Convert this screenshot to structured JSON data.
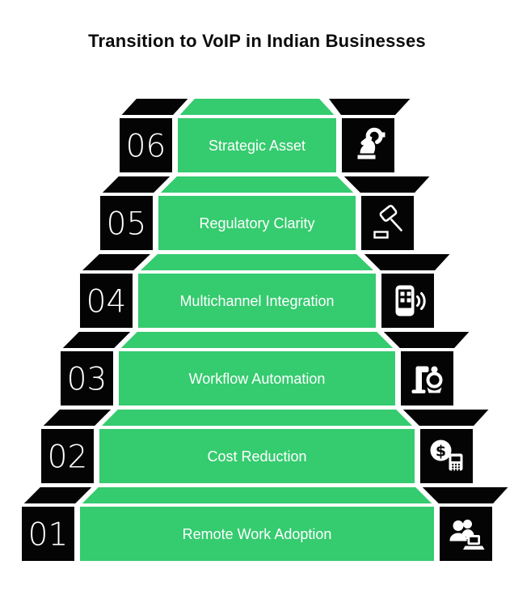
{
  "title": "Transition to VoIP in Indian Businesses",
  "colors": {
    "green": "#35CB6F",
    "block_black": "#040404",
    "label_text": "#FFFFFF",
    "number_text": "#FFFFFF",
    "background": "#FFFFFF"
  },
  "steps": [
    {
      "number": "01",
      "label": "Remote Work Adoption",
      "icon": "remote-work-icon"
    },
    {
      "number": "02",
      "label": "Cost Reduction",
      "icon": "cost-reduction-icon"
    },
    {
      "number": "03",
      "label": "Workflow Automation",
      "icon": "robotic-arm-icon"
    },
    {
      "number": "04",
      "label": "Multichannel Integration",
      "icon": "mobile-apps-icon"
    },
    {
      "number": "05",
      "label": "Regulatory Clarity",
      "icon": "gavel-icon"
    },
    {
      "number": "06",
      "label": "Strategic Asset",
      "icon": "chess-strategy-icon"
    }
  ]
}
